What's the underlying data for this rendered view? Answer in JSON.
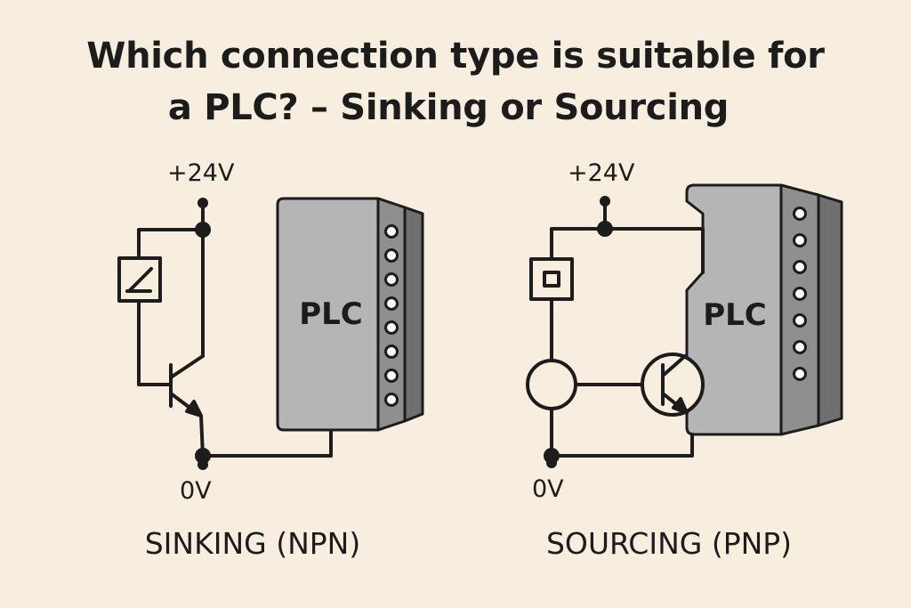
{
  "title": {
    "line1": "Which connection type is suitable for",
    "line2": "a PLC? – Sinking or Sourcing"
  },
  "sinking": {
    "supply_label": "+24V",
    "ground_label": "0V",
    "plc_label": "PLC",
    "caption": "SINKING (NPN)",
    "terminal_count": 8
  },
  "sourcing": {
    "supply_label": "+24V",
    "ground_label": "0V",
    "plc_label": "PLC",
    "caption": "SOURCING (PNP)",
    "terminal_count": 7
  },
  "colors": {
    "background": "#f7eedf",
    "ink": "#1c1c1c",
    "plc_face": "#b5b5b5",
    "plc_strip": "#8f8f8f",
    "plc_side": "#6f6f6f"
  }
}
